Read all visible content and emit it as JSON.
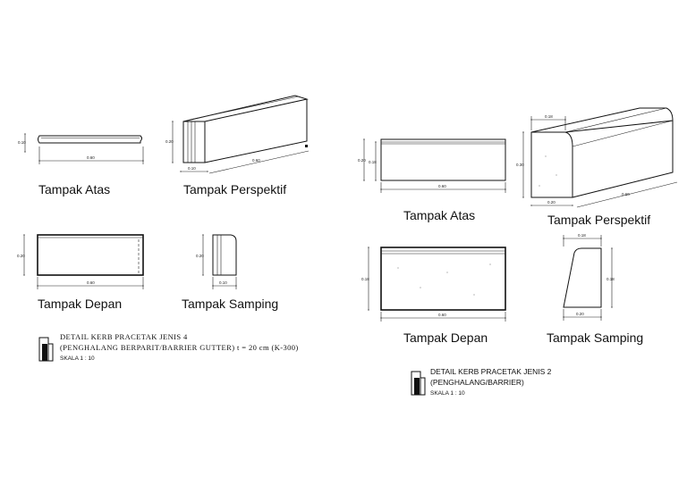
{
  "left_detail": {
    "views": {
      "top": "Tampak Atas",
      "perspective": "Tampak Perspektif",
      "front": "Tampak Depan",
      "side": "Tampak Samping"
    },
    "dims": {
      "top_height": "0.10",
      "top_length": "0.60",
      "persp_height": "0.20",
      "persp_width": "0.10",
      "persp_length": "0.60",
      "front_height": "0.20",
      "front_length": "0.60",
      "side_height": "0.20",
      "side_width": "0.10"
    },
    "title_line1": "DETAIL KERB PRACETAK JENIS 4",
    "title_line2": "(PENGHALANG BERPARIT/BARRIER GUTTER) t = 20 cm (K-300)",
    "scale": "SKALA 1 : 10"
  },
  "right_detail": {
    "views": {
      "top": "Tampak Atas",
      "perspective": "Tampak Perspektif",
      "front": "Tampak Depan",
      "side": "Tampak Samping"
    },
    "dims": {
      "top_outer_height": "0.20",
      "top_inner_height": "0.18",
      "top_length": "0.60",
      "persp_top": "0.18",
      "persp_height": "0.30",
      "persp_base": "0.20",
      "persp_length": "0.60",
      "front_height": "0.18",
      "front_length": "0.60",
      "side_top": "0.18",
      "side_height": "0.18",
      "side_base": "0.20"
    },
    "title_line1": "DETAIL KERB PRACETAK JENIS 2",
    "title_line2": "(PENGHALANG/BARRIER)",
    "scale": "SKALA 1 : 10"
  }
}
